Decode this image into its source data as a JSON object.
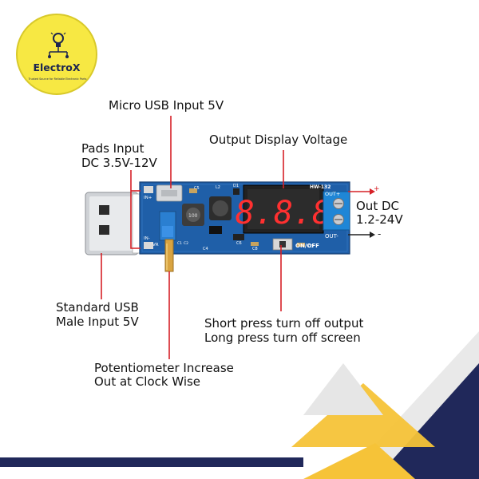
{
  "logo": {
    "name": "ElectroX",
    "tagline": "Trusted Source for Reliable Electronic Parts"
  },
  "board": {
    "model": "HW-132",
    "display_text": "8.8.8",
    "switch_label": "ON/OFF",
    "terminal_plus": "OUT+",
    "terminal_minus": "OUT-",
    "pad_in_plus": "IN+",
    "pad_in_minus": "IN-",
    "vr_label": "VR",
    "parts": {
      "c5": "C5",
      "l2": "L2",
      "d1": "D1",
      "inductor": "100",
      "c1": "C1",
      "c2": "C2",
      "c8": "C8",
      "c6": "C6",
      "c3": "C3",
      "c4": "C4"
    }
  },
  "labels": {
    "micro_usb": "Micro USB Input 5V",
    "pads_input_line1": "Pads Input",
    "pads_input_line2": "DC 3.5V-12V",
    "output_display": "Output Display Voltage",
    "out_dc_line1": "Out DC",
    "out_dc_line2": "1.2-24V",
    "plus_sign": "+",
    "minus_sign": "-",
    "standard_usb_line1": "Standard USB",
    "standard_usb_line2": "Male Input 5V",
    "short_press": "Short press turn off output",
    "long_press": "Long press turn off screen",
    "pot_line1": "Potentiometer Increase",
    "pot_line2": "Out at Clock Wise"
  },
  "colors": {
    "callout": "#d62027",
    "pcb": "#1f5fa8",
    "navy": "#20285a",
    "gold": "#f6c338",
    "grey": "#e6e6e6"
  }
}
